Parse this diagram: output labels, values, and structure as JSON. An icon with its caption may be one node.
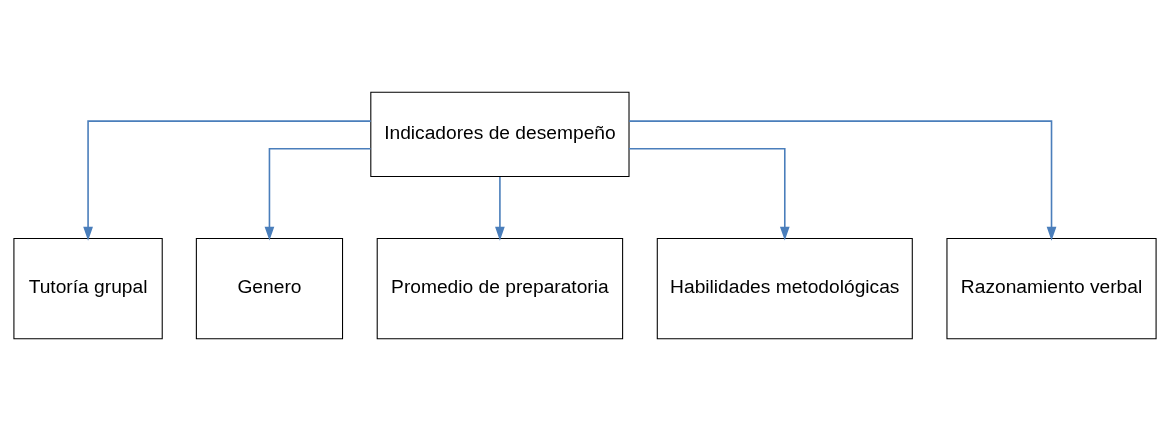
{
  "diagram": {
    "nodes": [
      {
        "text": [
          "Indicadores de desempeño"
        ]
      },
      {
        "text": [
          "Tutoría grupal"
        ]
      },
      {
        "text": [
          "Genero"
        ]
      },
      {
        "text": [
          "Promedio de preparatoria"
        ]
      },
      {
        "text": [
          "Habilidades metodológicas"
        ]
      },
      {
        "text": [
          "Razonamiento verbal"
        ]
      }
    ],
    "edges": [
      {
        "from": 0,
        "to": 1,
        "arrow": "to"
      },
      {
        "from": 0,
        "to": 2,
        "arrow": "to"
      },
      {
        "from": 0,
        "to": 3,
        "arrow": "to"
      },
      {
        "from": 0,
        "to": 4,
        "arrow": "to"
      },
      {
        "from": 0,
        "to": 5,
        "arrow": "to"
      }
    ]
  }
}
